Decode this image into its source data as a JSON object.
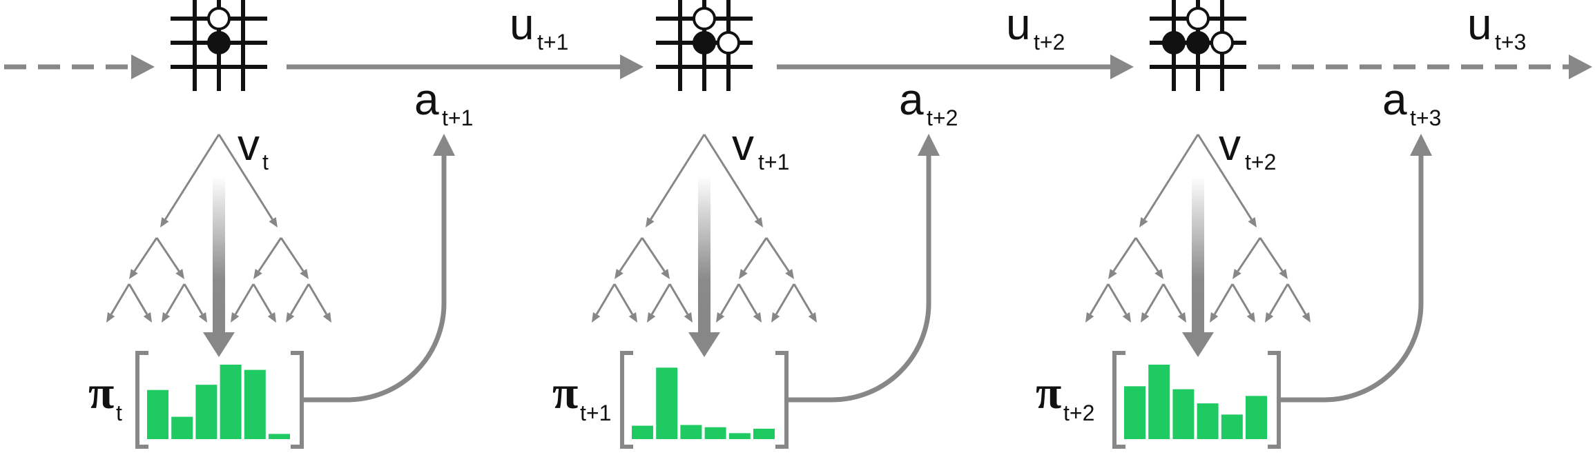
{
  "colors": {
    "arrow": "#878787",
    "bar": "#1fca63",
    "board": "#111111",
    "stone_black": "#111111",
    "stone_white": "#ffffff"
  },
  "steps": [
    {
      "v_label": "v",
      "v_sub": "t",
      "pi_label": "π",
      "pi_sub": "t",
      "a_label": "a",
      "a_sub": "t+1",
      "u_label": "u",
      "u_sub": "t+1",
      "stones": [
        {
          "type": "white",
          "col": 1,
          "row": 0
        },
        {
          "type": "black",
          "col": 1,
          "row": 1
        }
      ],
      "policy": [
        0.66,
        0.3,
        0.73,
        1.0,
        0.93,
        0.07
      ]
    },
    {
      "v_label": "v",
      "v_sub": "t+1",
      "pi_label": "π",
      "pi_sub": "t+1",
      "a_label": "a",
      "a_sub": "t+2",
      "u_label": "u",
      "u_sub": "t+2",
      "stones": [
        {
          "type": "white",
          "col": 1,
          "row": 0
        },
        {
          "type": "black",
          "col": 1,
          "row": 1
        },
        {
          "type": "white",
          "col": 2,
          "row": 1
        }
      ],
      "policy": [
        0.18,
        0.96,
        0.19,
        0.16,
        0.08,
        0.14
      ]
    },
    {
      "v_label": "v",
      "v_sub": "t+2",
      "pi_label": "π",
      "pi_sub": "t+2",
      "a_label": "a",
      "a_sub": "t+3",
      "u_label": "u",
      "u_sub": "t+3",
      "stones": [
        {
          "type": "white",
          "col": 1,
          "row": 0
        },
        {
          "type": "black",
          "col": 0,
          "row": 1
        },
        {
          "type": "black",
          "col": 1,
          "row": 1
        },
        {
          "type": "white",
          "col": 2,
          "row": 1
        }
      ],
      "policy": [
        0.71,
        1.0,
        0.67,
        0.48,
        0.33,
        0.58
      ]
    }
  ]
}
